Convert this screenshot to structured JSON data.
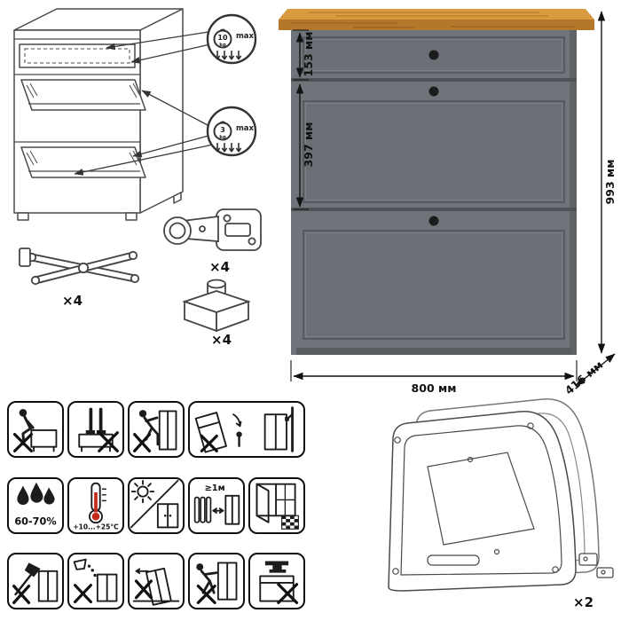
{
  "sheet": {
    "kind": "furniture-instruction-diagram"
  },
  "cabinet": {
    "dimensions": {
      "drawer_height": "153 мм",
      "door_height": "397 мм",
      "total_height": "993 мм",
      "width": "800 мм",
      "depth": "416 мм"
    },
    "colors": {
      "body": "#6f747a",
      "recess_line": "#565b61",
      "wood_top": "#c98a35",
      "wood_edge": "#b5772a",
      "knob": "#1c1c1c"
    }
  },
  "load_callouts": {
    "drawer": {
      "value": "10",
      "unit": "kg",
      "limit": "max"
    },
    "flap": {
      "value": "3",
      "unit": "kg",
      "limit": "max"
    }
  },
  "hardware": {
    "lid_stay_qty": "×4",
    "hinge_qty": "×4",
    "foot_qty": "×4",
    "side_panel_qty": "×2"
  },
  "care": {
    "humidity_range": "60-70%",
    "temperature_range": "+10...+25°С",
    "heat_distance": "≥1м"
  }
}
